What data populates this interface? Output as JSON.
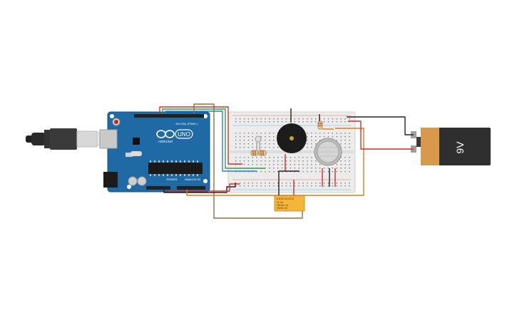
{
  "workspace": {
    "background": "#ffffff"
  },
  "arduino": {
    "logo_text": "UNO",
    "brand": "ARDUINO",
    "digital_label": "DIGITAL (PWM~)",
    "power_label": "POWER",
    "analog_label": "ANALOG IN",
    "board_color": "#1f6aa5"
  },
  "battery": {
    "label": "9V",
    "body_color": "#2f2f2f",
    "band_color": "#d9984a"
  },
  "relay": {
    "line1": "KS2E-M-DC5",
    "line2": "5V 3A",
    "line3": "250VAC 1A",
    "line4": "30VDC 2A",
    "body_color": "#f4b53c"
  },
  "components": {
    "buzzer": "buzzer-icon",
    "gas_sensor": "gas-sensor-icon",
    "led": "led-icon",
    "usb": "usb-cable-icon"
  },
  "wire_colors": {
    "red": "#d32f2f",
    "black": "#222222",
    "green": "#2e9e4f",
    "blue": "#2b7bd6",
    "brown": "#9b6a3f",
    "orange": "#e07b1a"
  }
}
